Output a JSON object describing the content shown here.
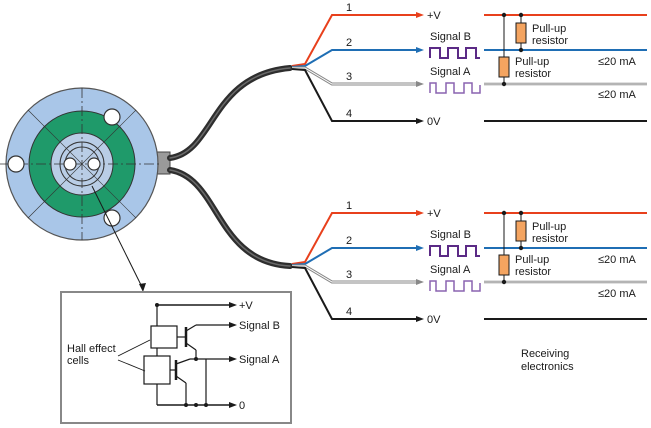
{
  "upper_channel": {
    "wire_numbers": [
      "1",
      "2",
      "3",
      "4"
    ],
    "supply_label": "+V",
    "ground_label": "0V",
    "signal_b_label": "Signal B",
    "signal_a_label": "Signal A",
    "pullup_label_line1": "Pull-up",
    "pullup_label_line2": "resistor",
    "current_label": "≤20 mA"
  },
  "lower_channel": {
    "wire_numbers": [
      "1",
      "2",
      "3",
      "4"
    ],
    "supply_label": "+V",
    "ground_label": "0V",
    "signal_b_label": "Signal B",
    "signal_a_label": "Signal A",
    "pullup_label_line1": "Pull-up",
    "pullup_label_line2": "resistor",
    "current_label": "≤20 mA"
  },
  "inset": {
    "supply_label": "+V",
    "ground_label": "0",
    "signal_b_label": "Signal B",
    "signal_a_label": "Signal A",
    "cells_label_line1": "Hall effect",
    "cells_label_line2": "cells"
  },
  "receiving": {
    "line1": "Receiving",
    "line2": "electronics"
  },
  "colors": {
    "supply": "#e8401c",
    "signal_b": "#1f6eb4",
    "signal_b_pulse": "#5b2a86",
    "signal_a_pulse": "#8a63b0",
    "ground": "#1a1a1a",
    "resistor": "#f4a460",
    "sensor_outer": "#a9c6e8",
    "sensor_ring": "#1f9a6a",
    "sensor_core": "#b9cde6",
    "cable": "#3a3a3a"
  },
  "icons": [
    "hall-sensor-icon",
    "transistor-icon",
    "resistor-icon",
    "square-wave-icon"
  ]
}
